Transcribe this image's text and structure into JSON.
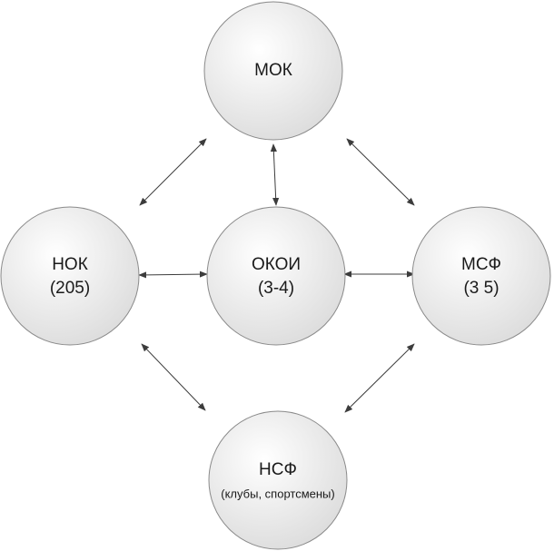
{
  "nodes": {
    "mok": {
      "label": "МОК"
    },
    "okoi": {
      "label": "ОКОИ",
      "sub": "(3-4)"
    },
    "nok": {
      "label": "НОК",
      "sub": "(205)"
    },
    "msf": {
      "label": "МСФ",
      "sub": "(3 5)"
    },
    "nsf": {
      "label": "НСФ",
      "sub": "(клубы, спортсмены)"
    }
  },
  "edges": [
    {
      "from": "mok",
      "to": "okoi",
      "direction": "both"
    },
    {
      "from": "mok",
      "to": "nok",
      "direction": "both"
    },
    {
      "from": "mok",
      "to": "msf",
      "direction": "both"
    },
    {
      "from": "nok",
      "to": "okoi",
      "direction": "both"
    },
    {
      "from": "okoi",
      "to": "msf",
      "direction": "both"
    },
    {
      "from": "nok",
      "to": "nsf",
      "direction": "both"
    },
    {
      "from": "msf",
      "to": "nsf",
      "direction": "both"
    }
  ],
  "colors": {
    "circle_fill_light": "#ffffff",
    "circle_fill_dark": "#dcdcdc",
    "circle_stroke": "#8a8a8a",
    "arrow": "#3c3c3c",
    "text": "#1a1a1a"
  }
}
